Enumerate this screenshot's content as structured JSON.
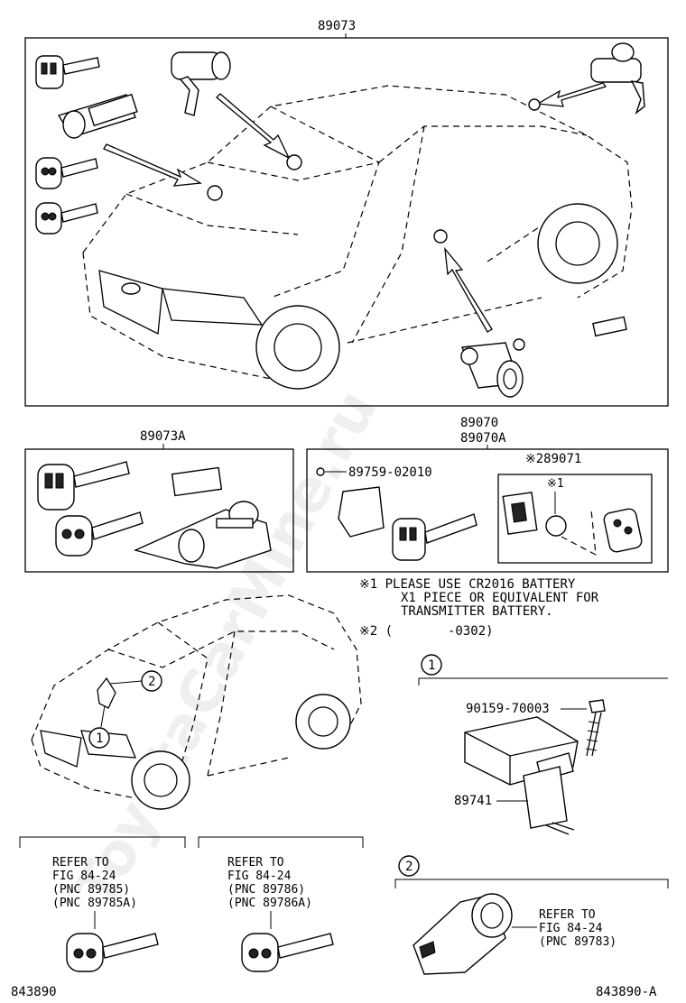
{
  "watermark": "ToyotaCarMine.ru",
  "part_numbers": {
    "main_set": "89073",
    "set_a": "89073A",
    "transmitter_a": "89070",
    "transmitter_b": "89070A",
    "transmitter_sub": "※289071",
    "screw": "89759-02010",
    "bolt": "90159-70003",
    "receiver": "89741"
  },
  "notes": {
    "mark1": "※1",
    "note1_line1": "※1 PLEASE USE CR2016 BATTERY",
    "note1_line2": "X1 PIECE OR EQUIVALENT FOR",
    "note1_line3": "TRANSMITTER BATTERY.",
    "note2_prefix": "※2 (",
    "note2_suffix": "-0302)"
  },
  "callouts": {
    "c1": "1",
    "c2": "2"
  },
  "refer_left": {
    "l1": "REFER TO",
    "l2": "FIG 84-24",
    "l3": "(PNC 89785)",
    "l4": "(PNC 89785A)"
  },
  "refer_mid": {
    "l1": "REFER TO",
    "l2": "FIG 84-24",
    "l3": "(PNC 89786)",
    "l4": "(PNC 89786A)"
  },
  "refer_right": {
    "l1": "REFER TO",
    "l2": "FIG 84-24",
    "l3": "(PNC 89783)"
  },
  "footer": {
    "left_code": "843890",
    "right_code": "843890-A"
  }
}
